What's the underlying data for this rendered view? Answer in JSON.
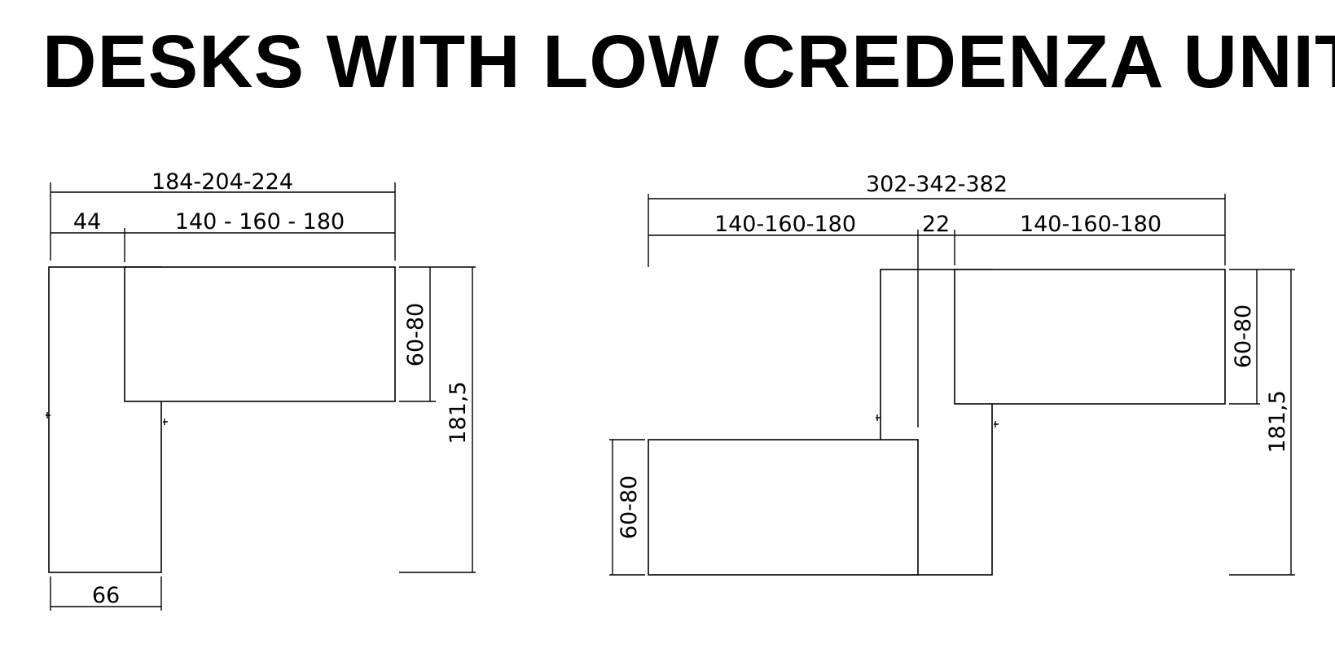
{
  "title": "DESKS WITH LOW CREDENZA UNIT",
  "left_layout": {
    "overall_width": "184-204-224",
    "credenza_width": "44",
    "desk_width": "140 - 160 - 180",
    "desk_depth": "60-80",
    "overall_depth": "181,5",
    "return_width": "66"
  },
  "right_layout": {
    "overall_width": "302-342-382",
    "desk_a_width": "140-160-180",
    "credenza_width": "22",
    "desk_b_width": "140-160-180",
    "desk_b_depth": "60-80",
    "desk_a_depth": "60-80",
    "overall_depth": "181,5"
  }
}
